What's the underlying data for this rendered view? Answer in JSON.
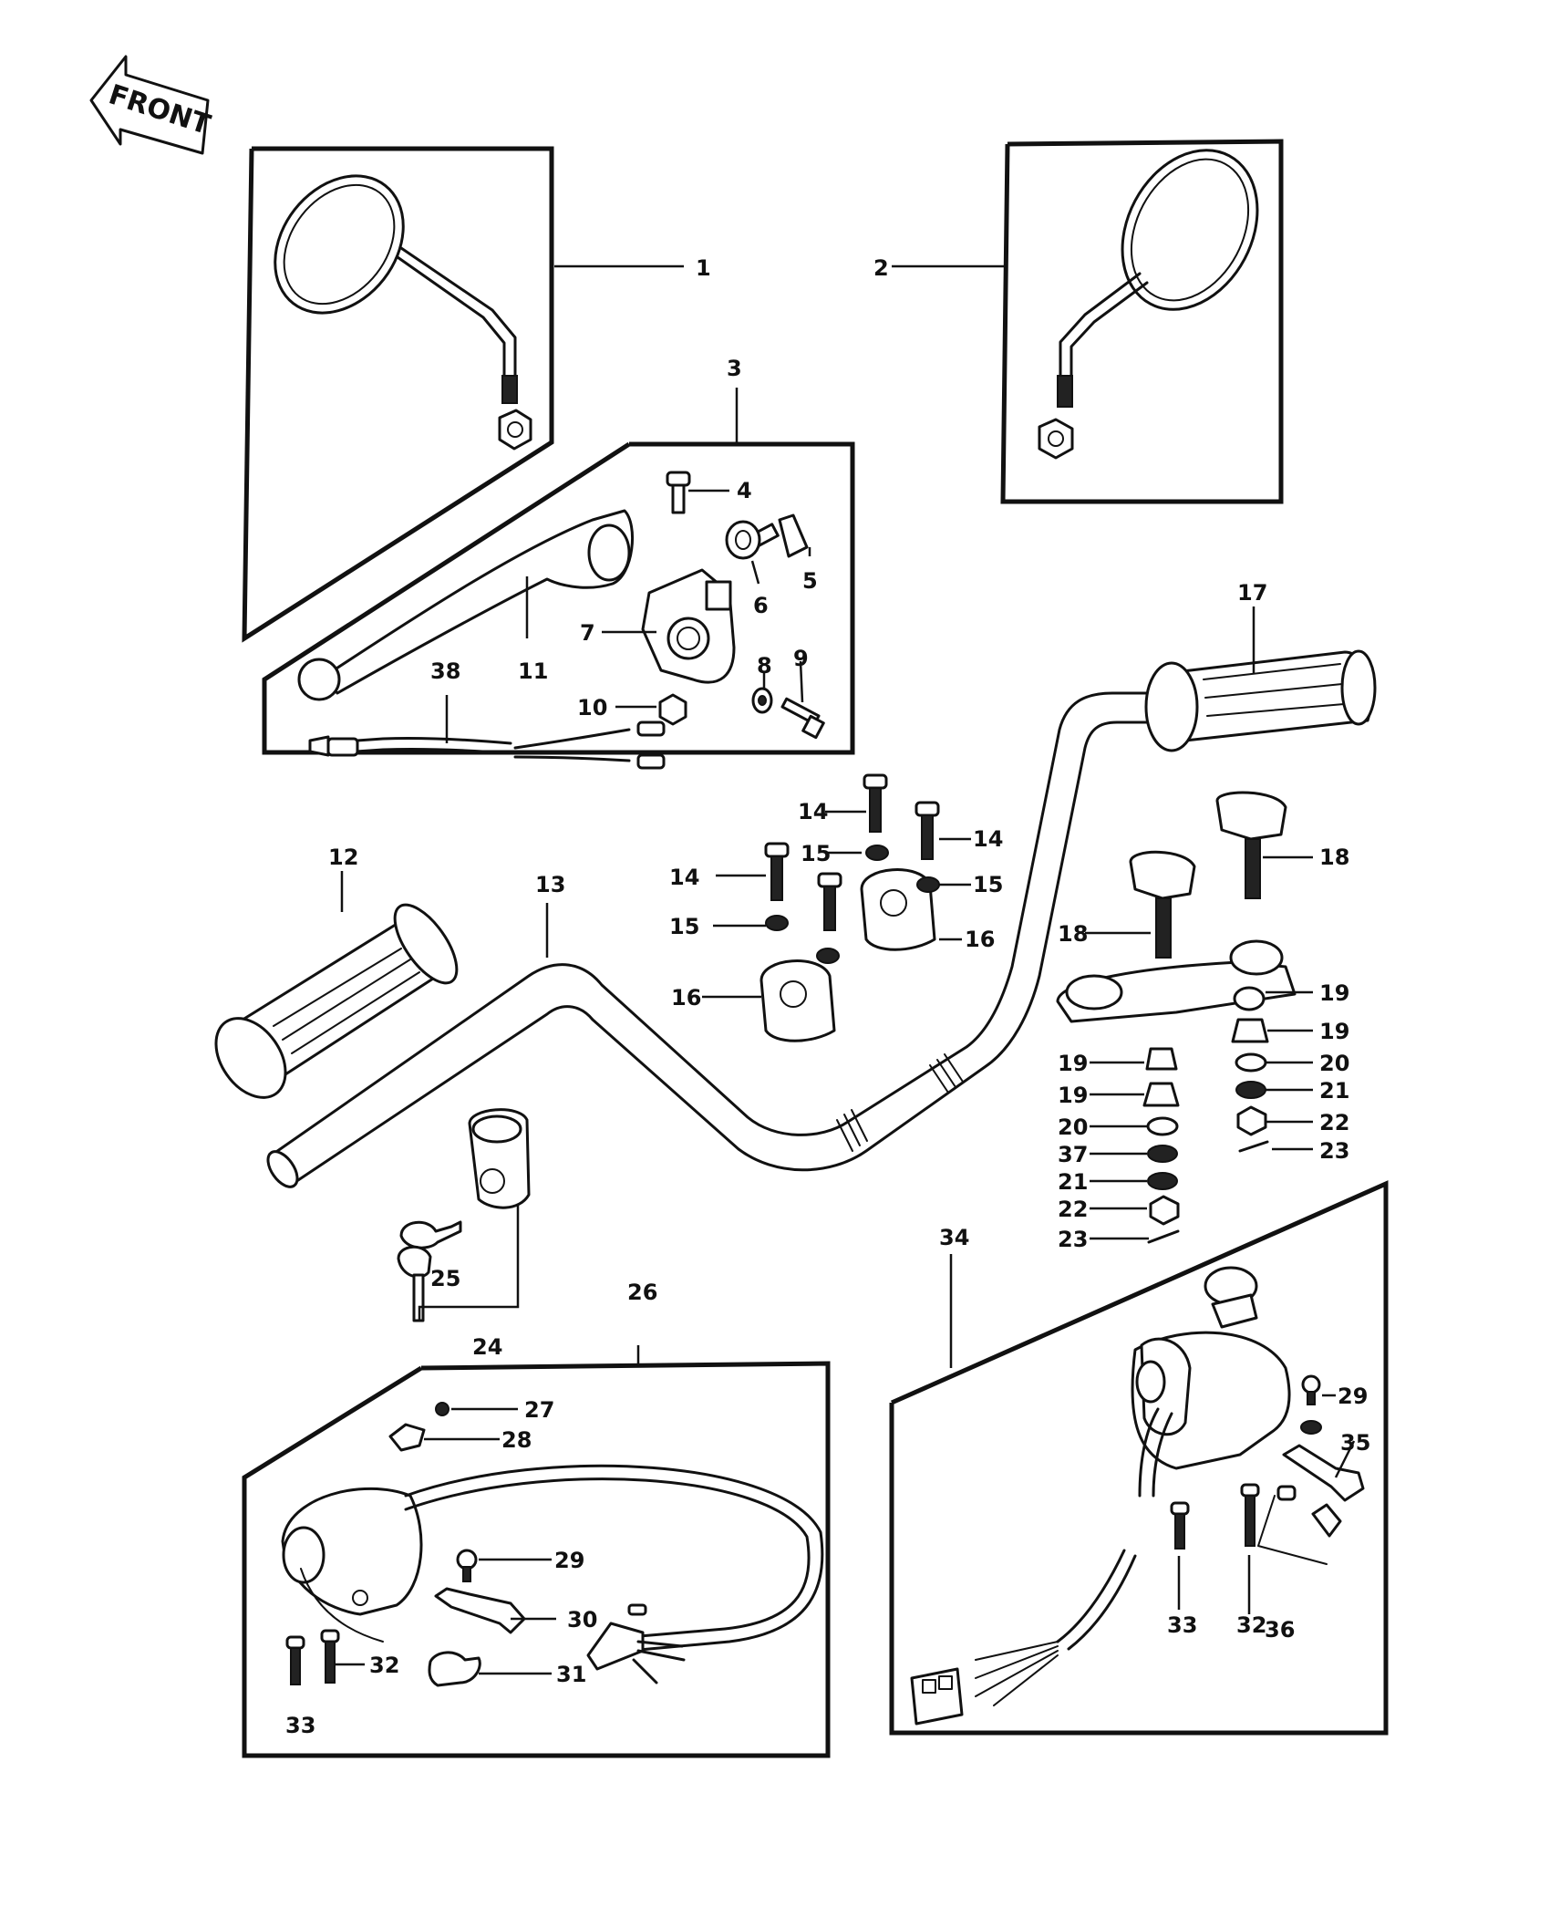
{
  "orientation_label": "FRONT",
  "part_labels": [
    "1",
    "2",
    "3",
    "4",
    "5",
    "6",
    "7",
    "8",
    "9",
    "10",
    "11",
    "12",
    "13",
    "14",
    "15",
    "16",
    "17",
    "18",
    "19",
    "20",
    "21",
    "22",
    "23",
    "24",
    "25",
    "26",
    "27",
    "28",
    "29",
    "30",
    "31",
    "32",
    "33",
    "34",
    "35",
    "36",
    "37",
    "38"
  ]
}
